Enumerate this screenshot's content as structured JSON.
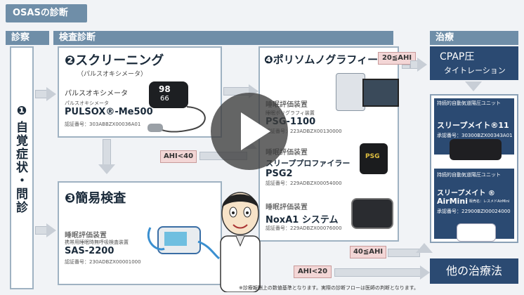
{
  "title": "OSASの診断",
  "headers": {
    "exam": "診察",
    "test": "検査診断",
    "treat": "治療"
  },
  "exam_side": "自覚症状・問診",
  "exam_num": "❶",
  "screening": {
    "title": "❷スクリーニング",
    "sub": "（パルスオキシメータ）",
    "device_label": "パルスオキシメータ",
    "device_small": "パルスオキシメータ",
    "device_name": "PULSOX®-Me500",
    "cert": "認証番号：303ABBZX00036A01",
    "screen_vals": [
      "98",
      "66"
    ]
  },
  "simple": {
    "title": "❸簡易検査",
    "label": "睡眠評価装置",
    "small": "携帯用睡眠時無呼吸検査装置",
    "name": "SAS-2200",
    "cert": "認証番号：230ADBZX00001000"
  },
  "psg": {
    "title": "❹ポリソムノグラフィー",
    "d1_label": "睡眠評価装置",
    "d1_small": "睡眠ポリグラフィ装置",
    "d1_name": "PSG-1100",
    "d1_cert": "認証番号：223ADBZX00130000",
    "d2_label": "睡眠評価装置",
    "d2_name1": "スリーププロファイラー",
    "d2_name2": "PSG2",
    "d2_cert": "認証番号：229ADBZX00054000",
    "d3_label": "睡眠評価装置",
    "d3_name": "NoxA1 システム",
    "d3_cert": "認証番号：229ADBZX00076000",
    "psg_screen": "PSG"
  },
  "tags": {
    "ahi20": "20≦AHI",
    "ahi40lt": "AHI<40",
    "ahi40": "40≦AHI",
    "ahi20lt": "AHI<20"
  },
  "cpap": {
    "title": "CPAP圧",
    "sub": "タイトレーション"
  },
  "unit1": {
    "head": "持続的自動気道陽圧ユニット",
    "name": "スリープメイト®11",
    "cert": "承認番号：30300BZX00343A01"
  },
  "unit2": {
    "head": "持続的自動気道陽圧ユニット",
    "name1": "スリープメイト ®",
    "name2": "AirMini",
    "name2_small": "販売名：レスメドAirMini",
    "cert": "承認番号：22900BZI00024000"
  },
  "other": "他の治療法",
  "footnote": "※診療報酬上の数値基準となります。実際の診断フローは医師の判断となります。",
  "colors": {
    "header": "#6f8ea8",
    "navy": "#2b4a72",
    "tag": "#f3d6d6"
  }
}
